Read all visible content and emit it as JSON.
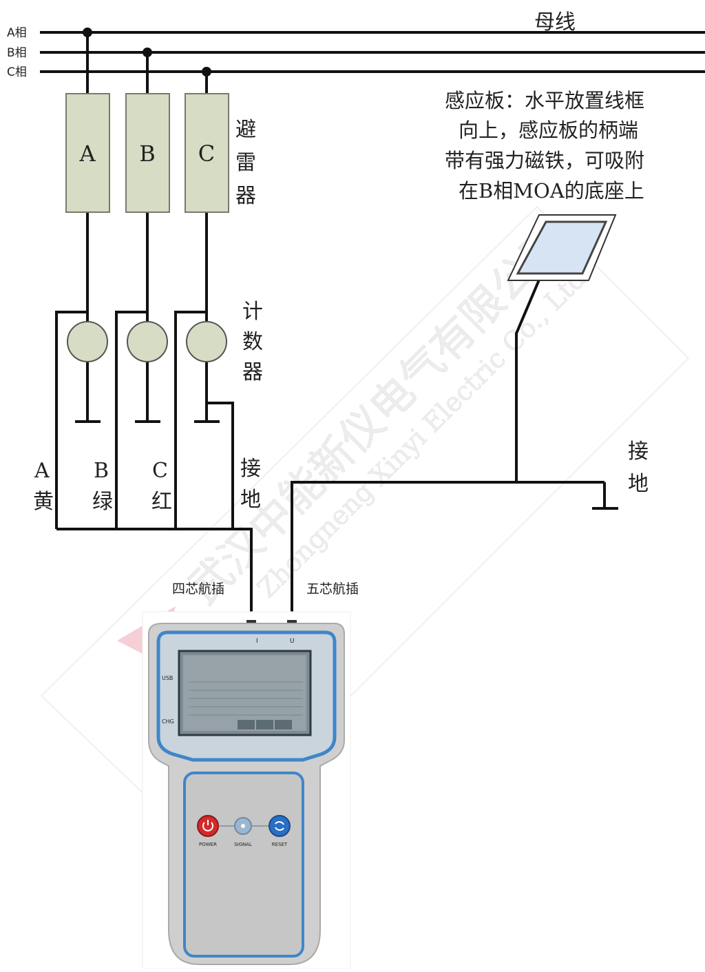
{
  "busbar": {
    "title": "母线",
    "phase_labels": [
      "A相",
      "B相",
      "C相"
    ]
  },
  "arresters": {
    "labels": [
      "A",
      "B",
      "C"
    ],
    "caption": [
      "避",
      "雷",
      "器"
    ]
  },
  "counters": {
    "caption": [
      "计",
      "数",
      "器"
    ]
  },
  "wires": {
    "letters": [
      "A",
      "B",
      "C"
    ],
    "colors": [
      "黄",
      "绿",
      "红"
    ],
    "ground": [
      "接",
      "地"
    ]
  },
  "sensor": {
    "note": [
      "感应板：水平放置线框",
      "向上，感应板的柄端",
      "带有强力磁铁，可吸附",
      "在B相MOA的底座上"
    ],
    "ground": [
      "接",
      "地"
    ]
  },
  "connectors": {
    "four_core": "四芯航插",
    "five_core": "五芯航插"
  },
  "device": {
    "port_i": "I",
    "port_u": "U",
    "usb_label": "USB",
    "chg_label": "CHG",
    "buttons": [
      {
        "label": "POWER",
        "icon": "power-icon",
        "color": "#d42a2a"
      },
      {
        "label": "SIGNAL",
        "icon": "signal-icon",
        "color": "#9cb6cf"
      },
      {
        "label": "RESET",
        "icon": "reset-icon",
        "color": "#2a6fc4"
      }
    ]
  },
  "watermark": {
    "cn": "武汉中能新仪电气有限公司",
    "en": "Zhongneng Xinyi Electric Co., Ltd."
  },
  "colors": {
    "line": "#111111",
    "arrester_fill": "#d7dcc4",
    "arrester_stroke": "#777a6a",
    "device_body": "#d9d9d9",
    "device_frame": "#3f86c9",
    "watermark": "#f3c8cf"
  }
}
